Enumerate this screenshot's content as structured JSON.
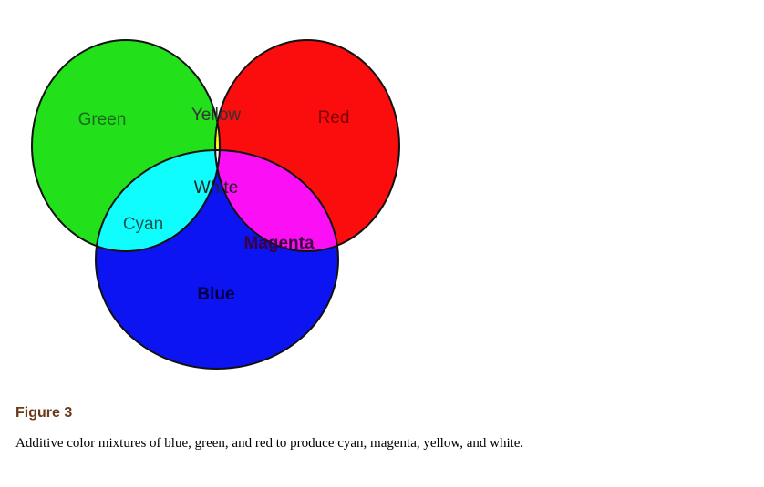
{
  "diagram": {
    "labels": {
      "green": "Green",
      "red": "Red",
      "blue": "Blue",
      "yellow": "Yellow",
      "cyan": "Cyan",
      "magenta": "Magenta",
      "white": "White"
    },
    "colors": {
      "green": "#22e01a",
      "red": "#fb0d0d",
      "blue": "#0d14f2",
      "yellow": "#ffff10",
      "cyan": "#10fdfd",
      "magenta": "#fb10f5",
      "white": "#ffffff"
    }
  },
  "figure": {
    "title": "Figure 3",
    "caption": "Additive color mixtures of blue, green, and red to produce cyan, magenta, yellow, and white."
  }
}
